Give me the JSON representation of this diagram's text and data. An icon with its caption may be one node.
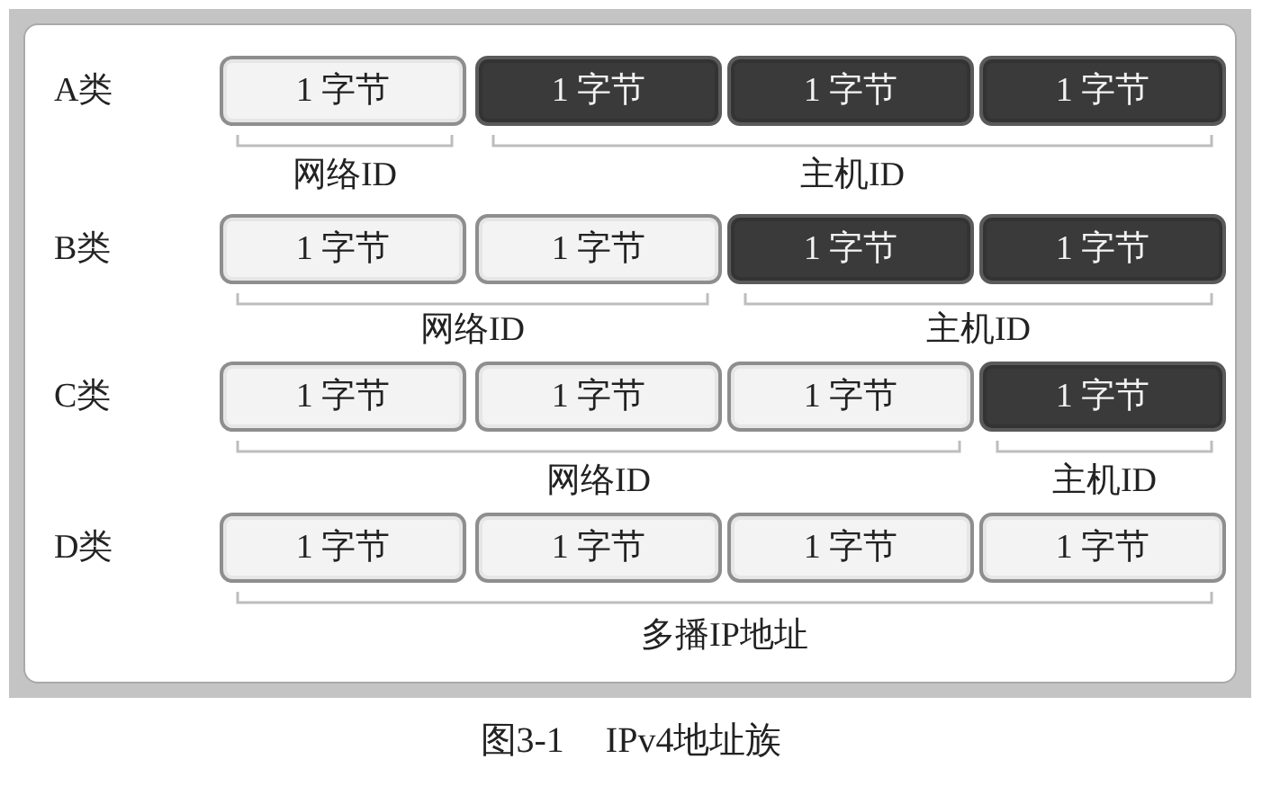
{
  "diagram": {
    "caption": "图3-1 IPv4地址族",
    "nodes": [
      {
        "text": [
          "1 字节"
        ]
      },
      {
        "text": [
          "1 字节"
        ]
      },
      {
        "text": [
          "1 字节"
        ]
      },
      {
        "text": [
          "1 字节"
        ]
      },
      {
        "text": [
          "1 字节"
        ]
      },
      {
        "text": [
          "1 字节"
        ]
      },
      {
        "text": [
          "1 字节"
        ]
      },
      {
        "text": [
          "1 字节"
        ]
      },
      {
        "text": [
          "1 字节"
        ]
      },
      {
        "text": [
          "1 字节"
        ]
      },
      {
        "text": [
          "1 字节"
        ]
      },
      {
        "text": [
          "1 字节"
        ]
      },
      {
        "text": [
          "1 字节"
        ]
      },
      {
        "text": [
          "1 字节"
        ]
      },
      {
        "text": [
          "1 字节"
        ]
      },
      {
        "text": [
          "1 字节"
        ]
      }
    ],
    "labels": [
      "A类",
      "网络ID",
      "主机ID",
      "B类",
      "网络ID",
      "主机ID",
      "C类",
      "网络ID",
      "主机ID",
      "D类",
      "多播IP地址"
    ]
  }
}
